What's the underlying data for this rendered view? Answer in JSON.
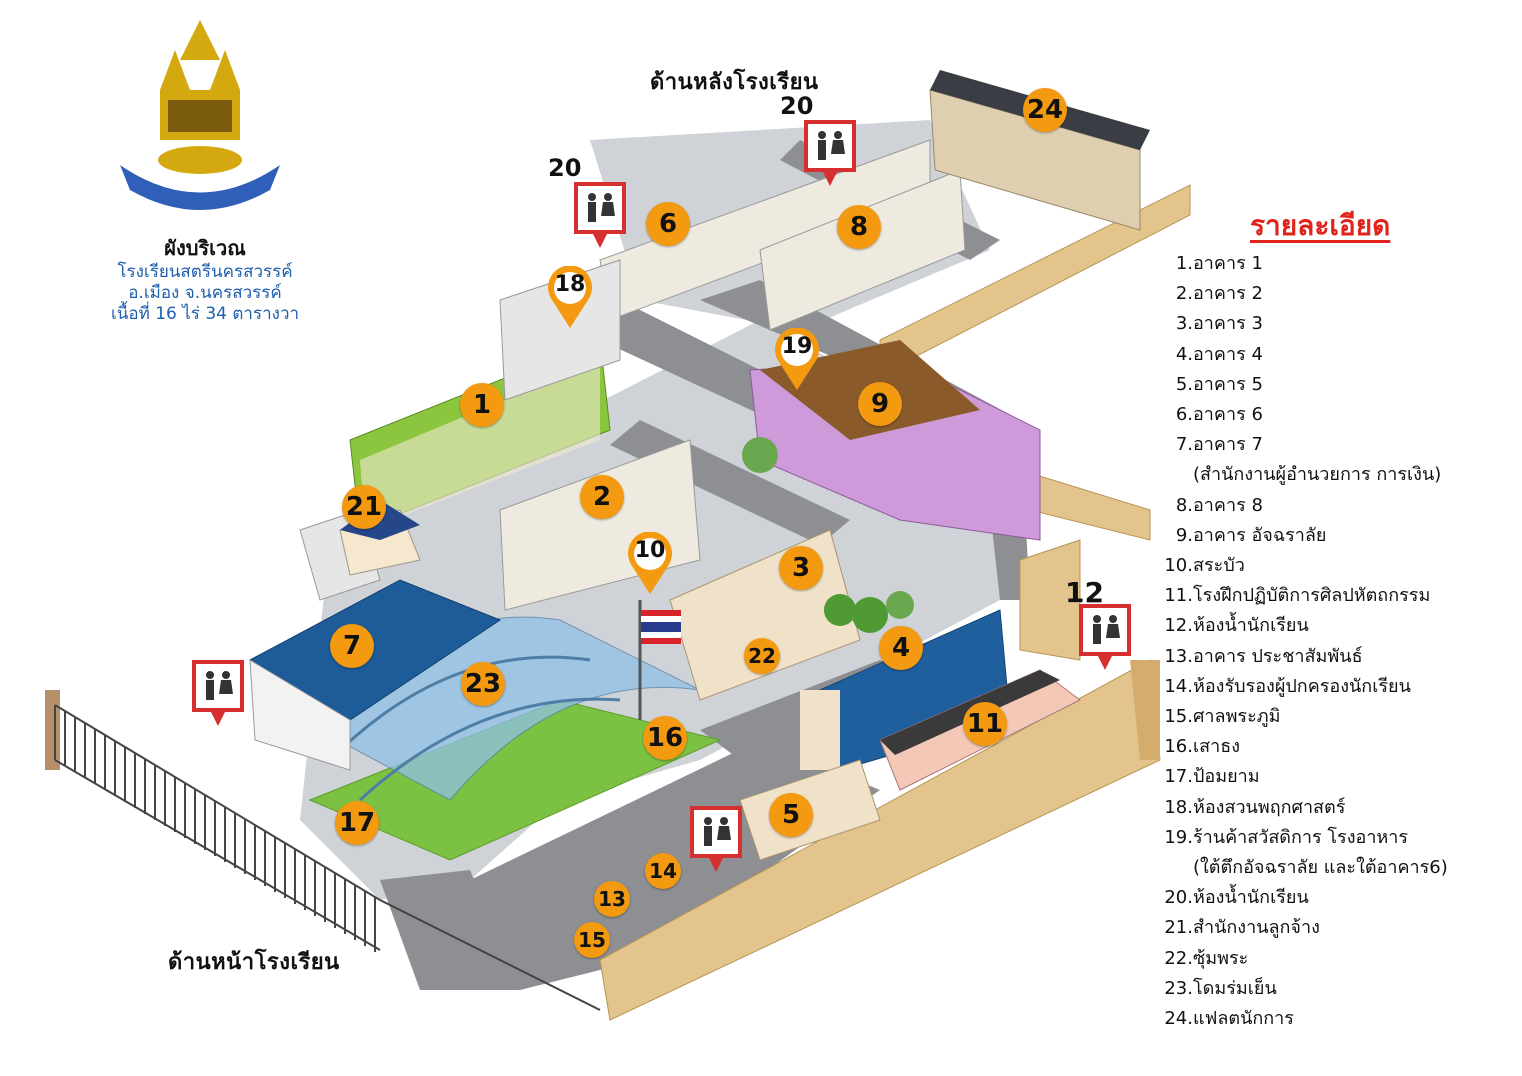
{
  "header": {
    "title": "ผังบริเวณ",
    "school": "โรงเรียนสตรีนครสวรรค์",
    "district": "อ.เมือง จ.นครสวรรค์",
    "area": "เนื้อที่ 16 ไร่ 34 ตารางวา"
  },
  "labels": {
    "rear": "ด้านหลังโรงเรียน",
    "front": "ด้านหน้าโรงเรียน"
  },
  "legend": {
    "heading": "รายละเอียด",
    "items": [
      {
        "num": "1.",
        "text": "อาคาร 1"
      },
      {
        "num": "2.",
        "text": "อาคาร 2"
      },
      {
        "num": "3.",
        "text": "อาคาร 3"
      },
      {
        "num": "4.",
        "text": "อาคาร 4"
      },
      {
        "num": "5.",
        "text": "อาคาร 5"
      },
      {
        "num": "6.",
        "text": "อาคาร 6"
      },
      {
        "num": "7.",
        "text": "อาคาร 7",
        "note": "(สำนักงานผู้อำนวยการ การเงิน)"
      },
      {
        "num": "8.",
        "text": "อาคาร 8"
      },
      {
        "num": "9.",
        "text": "อาคาร อัจฉราลัย"
      },
      {
        "num": "10.",
        "text": "สระบัว"
      },
      {
        "num": "11.",
        "text": "โรงฝึกปฏิบัติการศิลปหัตถกรรม"
      },
      {
        "num": "12.",
        "text": "ห้องน้ำนักเรียน"
      },
      {
        "num": "13.",
        "text": "อาคาร ประชาสัมพันธ์"
      },
      {
        "num": "14.",
        "text": "ห้องรับรองผู้ปกครองนักเรียน"
      },
      {
        "num": "15.",
        "text": "ศาลพระภูมิ"
      },
      {
        "num": "16.",
        "text": "เสาธง"
      },
      {
        "num": "17.",
        "text": "ป้อมยาม"
      },
      {
        "num": "18.",
        "text": "ห้องสวนพฤกศาสตร์"
      },
      {
        "num": "19.",
        "text": "ร้านค้าสวัสดิการ โรงอาหาร",
        "note": "(ใต้ตึกอัจฉราลัย และใต้อาคาร6)"
      },
      {
        "num": "20.",
        "text": "ห้องน้ำนักเรียน"
      },
      {
        "num": "21.",
        "text": "สำนักงานลูกจ้าง"
      },
      {
        "num": "22.",
        "text": "ซุ้มพระ"
      },
      {
        "num": "23.",
        "text": "โดมร่มเย็น"
      },
      {
        "num": "24.",
        "text": "แฟลตนักการ"
      }
    ]
  },
  "markers": {
    "m1": "1",
    "m2": "2",
    "m3": "3",
    "m4": "4",
    "m5": "5",
    "m6": "6",
    "m7": "7",
    "m8": "8",
    "m9": "9",
    "m10": "10",
    "m11": "11",
    "m12": "12",
    "m13": "13",
    "m14": "14",
    "m15": "15",
    "m16": "16",
    "m17": "17",
    "m18": "18",
    "m19": "19",
    "m20a": "20",
    "m20b": "20",
    "m21": "21",
    "m22": "22",
    "m23": "23",
    "m24": "24"
  },
  "colors": {
    "wall": "#e3c48c",
    "road": "#8d8f93",
    "grass": "#7cc242",
    "marker": "#f39a10",
    "restroom_frame": "#d62f2f",
    "legend_heading": "#e0231c",
    "subtitle": "#1f5fae",
    "building_green": "#8cc63f",
    "building_purple": "#cf9ad9",
    "building_blue": "#1f5f9e"
  }
}
